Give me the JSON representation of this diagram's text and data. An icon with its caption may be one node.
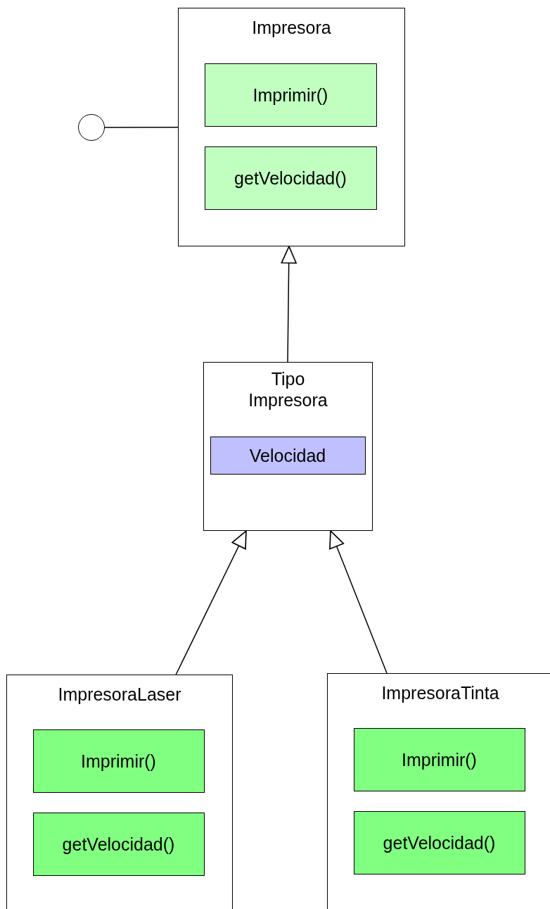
{
  "diagram": {
    "nodes": [
      {
        "text": [
          "Impresora"
        ]
      },
      {
        "text": [
          "Imprimir()"
        ],
        "in": 0
      },
      {
        "text": [
          "getVelocidad()"
        ],
        "in": 0
      },
      {
        "text": [],
        "shape": "circle"
      },
      {
        "text": [
          "Tipo Impresora"
        ]
      },
      {
        "text": [
          "Velocidad"
        ],
        "in": 4
      },
      {
        "text": [
          "ImpresoraLaser"
        ]
      },
      {
        "text": [
          "Imprimir()"
        ],
        "in": 6
      },
      {
        "text": [
          "getVelocidad()"
        ],
        "in": 6
      },
      {
        "text": [
          "ImpresoraTinta"
        ]
      },
      {
        "text": [
          "Imprimir()"
        ],
        "in": 9
      },
      {
        "text": [
          "getVelocidad()"
        ],
        "in": 9
      }
    ],
    "edges": [
      {
        "from": 4,
        "to": 0,
        "arrow": "to"
      },
      {
        "from": 6,
        "to": 4,
        "arrow": "to"
      },
      {
        "from": 9,
        "to": 4,
        "arrow": "to"
      },
      {
        "from": 3,
        "to": 0,
        "arrow": "none"
      }
    ]
  }
}
